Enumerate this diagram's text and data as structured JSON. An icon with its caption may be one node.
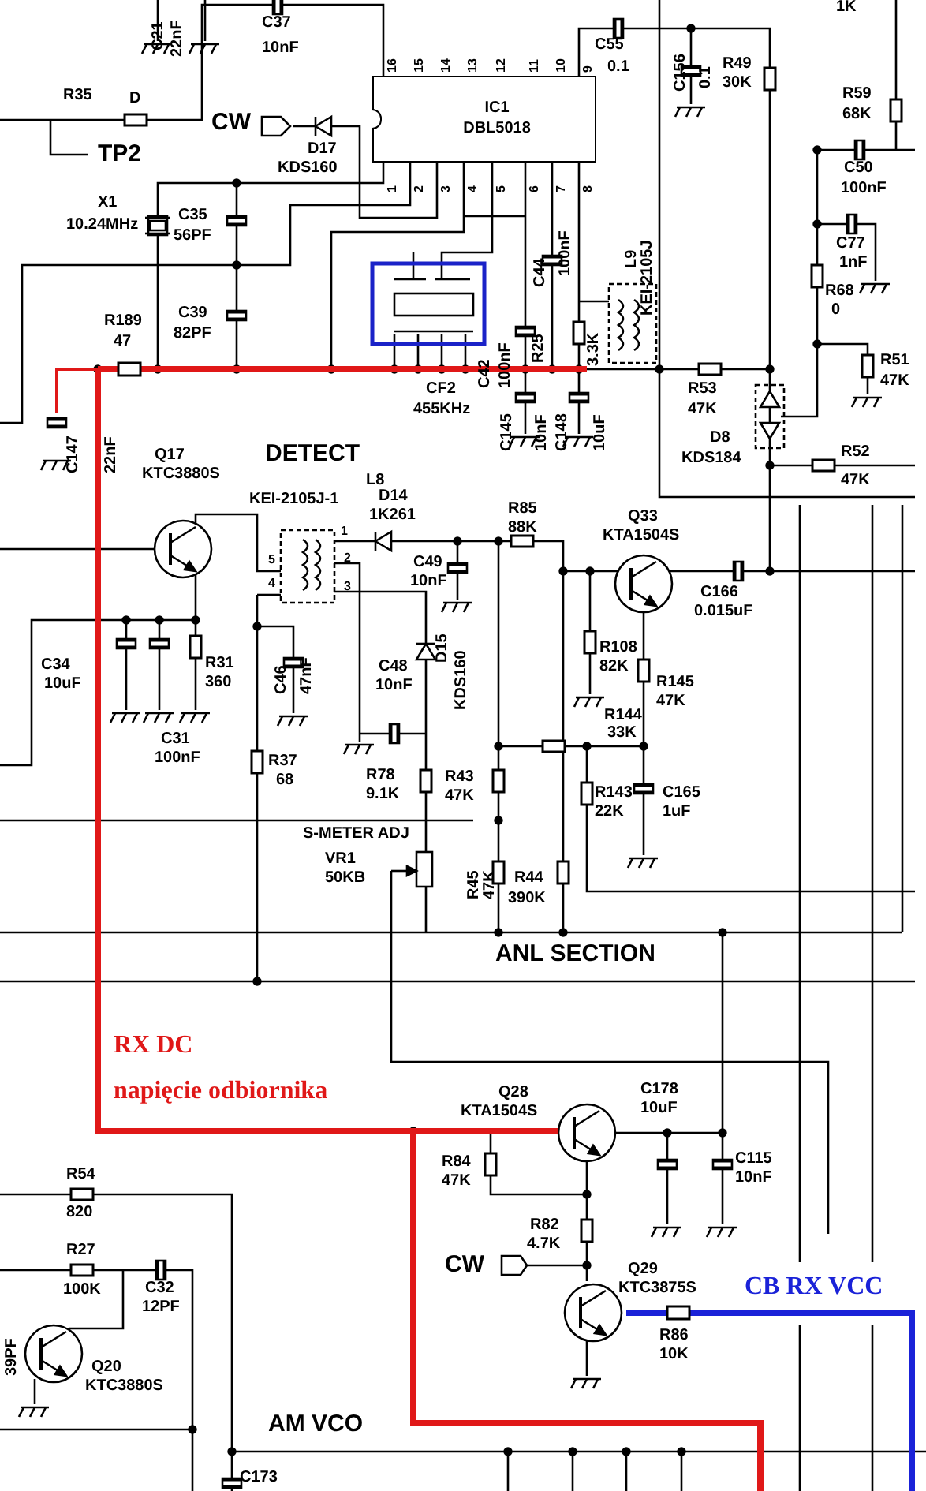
{
  "diagram": {
    "nodes": [
      {
        "text": [
          "IC1",
          "DBL5018"
        ]
      }
    ],
    "labels": [
      "C21",
      "22nF",
      "C37",
      "10nF",
      "1K",
      "16",
      "15",
      "14",
      "13",
      "12",
      "11",
      "10",
      "9",
      "C55",
      "0.1",
      "C156",
      "0.1",
      "R49",
      "30K",
      "R35",
      "D",
      "CW",
      "D17",
      "KDS160",
      "TP2",
      "R59",
      "68K",
      "1",
      "2",
      "3",
      "4",
      "5",
      "6",
      "7",
      "8",
      "X1",
      "10.24MHz",
      "C35",
      "56PF",
      "C50",
      "100nF",
      "C77",
      "1nF",
      "C44",
      "100nF",
      "L9",
      "KEI-2105J",
      "C39",
      "82PF",
      "R189",
      "47",
      "R68",
      "0",
      "C42",
      "100nF",
      "R25",
      "3.3K",
      "R51",
      "47K",
      "R53",
      "47K",
      "C145",
      "10nF",
      "C148",
      "10uF",
      "CF2",
      "455KHz",
      "D8",
      "KDS184",
      "C147",
      "22nF",
      "DETECT",
      "R52",
      "47K",
      "Q17",
      "KTC3880S",
      "L8",
      "KEI-2105J-1",
      "1",
      "D14",
      "1K261",
      "R85",
      "88K",
      "Q33",
      "KTA1504S",
      "5",
      "2",
      "4",
      "3",
      "C49",
      "10nF",
      "C166",
      "0.015uF",
      "C34",
      "10uF",
      "R31",
      "360",
      "C46",
      "47nF",
      "C48",
      "10nF",
      "D15",
      "KDS160",
      "R108",
      "82K",
      "R145",
      "47K",
      "C31",
      "100nF",
      "R144",
      "33K",
      "R37",
      "68",
      "R78",
      "9.1K",
      "R43",
      "47K",
      "R143",
      "22K",
      "C165",
      "1uF",
      "S-METER ADJ",
      "VR1",
      "50KB",
      "R45",
      "47K",
      "R44",
      "390K",
      "ANL SECTION",
      "RX DC",
      "napięcie odbiornika",
      "Q28",
      "KTA1504S",
      "C178",
      "10uF",
      "R54",
      "820",
      "R84",
      "47K",
      "C115",
      "10nF",
      "R82",
      "4.7K",
      "R27",
      "100K",
      "CW",
      "Q29",
      "KTC3875S",
      "CB RX VCC",
      "C32",
      "12PF",
      "R86",
      "10K",
      "39PF",
      "Q20",
      "KTC3880S",
      "AM VCO",
      "C173"
    ]
  }
}
